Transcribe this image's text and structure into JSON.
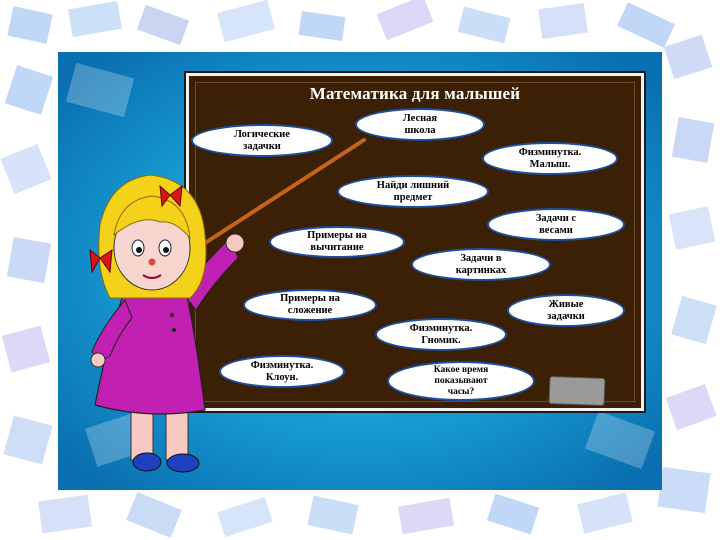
{
  "board": {
    "title": "Математика для малышей"
  },
  "topics": [
    {
      "id": "logic",
      "line1": "Логические",
      "line2": "задачки"
    },
    {
      "id": "forest",
      "line1": "Лесная",
      "line2": "школа"
    },
    {
      "id": "fizm-malysh",
      "line1": "Физминутка.",
      "line2": "Малыш."
    },
    {
      "id": "odd-one",
      "line1": "Найди лишний",
      "line2": "предмет"
    },
    {
      "id": "scales",
      "line1": "Задачи с",
      "line2": "весами"
    },
    {
      "id": "subtraction",
      "line1": "Примеры на",
      "line2": "вычитание"
    },
    {
      "id": "pictures",
      "line1": "Задачи в",
      "line2": "картинках"
    },
    {
      "id": "addition",
      "line1": "Примеры на",
      "line2": "сложение"
    },
    {
      "id": "live",
      "line1": "Живые",
      "line2": "задачки"
    },
    {
      "id": "fizm-gnome",
      "line1": "Физминутка.",
      "line2": "Гномик."
    },
    {
      "id": "fizm-clown",
      "line1": "Физминутка.",
      "line2": "Клоун."
    },
    {
      "id": "clock",
      "line1": "Какое время",
      "line2": "показывают",
      "line3": "часы?"
    }
  ],
  "colors": {
    "board": "#3b2005",
    "bubble_border": "#1b4fa3",
    "frame_blue": "#1fa6d6",
    "dress": "#c21fb3",
    "hair": "#f5d21a"
  }
}
